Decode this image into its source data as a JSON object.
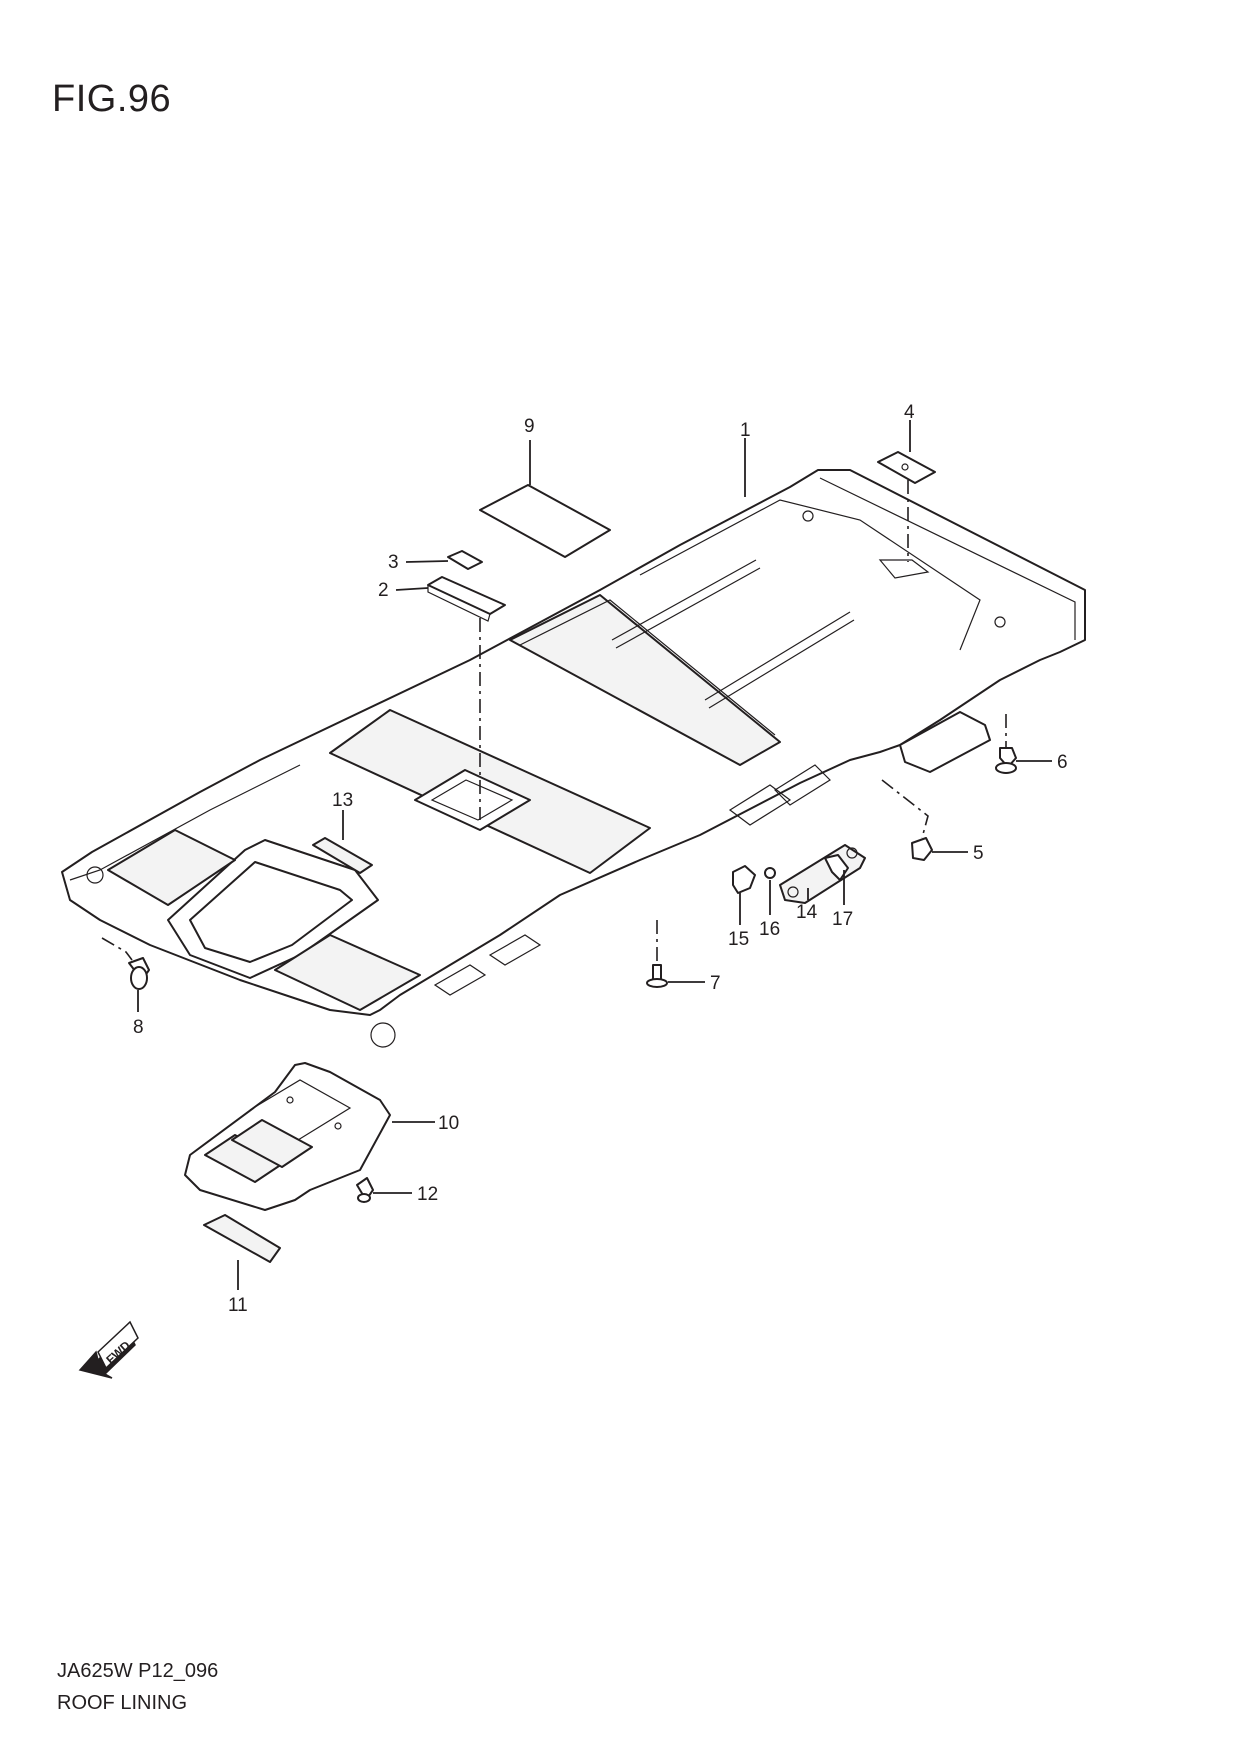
{
  "figure": {
    "title": "FIG.96"
  },
  "footer": {
    "code": "JA625W P12_096",
    "name": "ROOF LINING"
  },
  "fwd_arrow": {
    "label": "FWD"
  },
  "callouts": [
    {
      "id": "c1",
      "label": "1"
    },
    {
      "id": "c2",
      "label": "2"
    },
    {
      "id": "c3",
      "label": "3"
    },
    {
      "id": "c4",
      "label": "4"
    },
    {
      "id": "c5",
      "label": "5"
    },
    {
      "id": "c6",
      "label": "6"
    },
    {
      "id": "c7",
      "label": "7"
    },
    {
      "id": "c8",
      "label": "8"
    },
    {
      "id": "c9",
      "label": "9"
    },
    {
      "id": "c10",
      "label": "10"
    },
    {
      "id": "c11",
      "label": "11"
    },
    {
      "id": "c12",
      "label": "12"
    },
    {
      "id": "c13",
      "label": "13"
    },
    {
      "id": "c14",
      "label": "14"
    },
    {
      "id": "c15",
      "label": "15"
    },
    {
      "id": "c16",
      "label": "16"
    },
    {
      "id": "c17",
      "label": "17"
    }
  ]
}
